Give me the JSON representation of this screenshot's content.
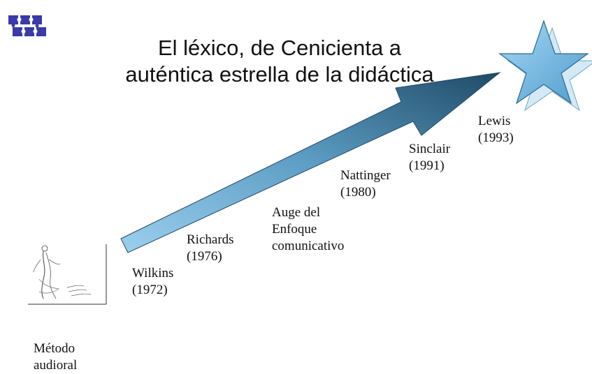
{
  "title": {
    "line1": "El léxico, de Cenicienta a",
    "line2": "auténtica estrella de la didáctica"
  },
  "logo_icon": "puzzle-logo-icon",
  "milestones": [
    {
      "id": "metodo",
      "text": "Método\naudioral"
    },
    {
      "id": "wilkins",
      "text": "Wilkins\n(1972)"
    },
    {
      "id": "richards",
      "text": "Richards\n(1976)"
    },
    {
      "id": "auge",
      "text": "Auge del\nEnfoque\ncomunicativo"
    },
    {
      "id": "nattinger",
      "text": "Nattinger\n(1980)"
    },
    {
      "id": "sinclair",
      "text": "Sinclair\n(1991)"
    },
    {
      "id": "lewis",
      "text": "Lewis\n(1993)"
    }
  ],
  "colors": {
    "arrow_dark": "#1f4a66",
    "arrow_light": "#8fc6e6",
    "star_fill": "#7ec3ea",
    "star_stroke": "#2a6a92",
    "logo": "#3a3aa8"
  }
}
